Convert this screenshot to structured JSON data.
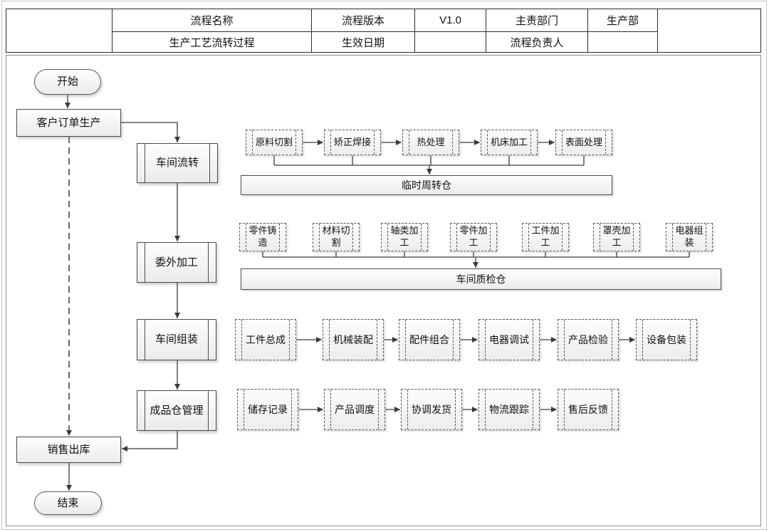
{
  "header": {
    "process_name_label": "流程名称",
    "process_name_value": "生产工艺流转过程",
    "version_label": "流程版本",
    "version_value": "V1.0",
    "effective_date_label": "生效日期",
    "effective_date_value": "",
    "department_label": "主责部门",
    "department_value": "生产部",
    "owner_label": "流程负责人",
    "owner_value": ""
  },
  "flow": {
    "start": "开始",
    "customer_order": "客户订单生产",
    "stages": [
      "车间流转",
      "委外加工",
      "车间组装",
      "成品仓管理"
    ],
    "sales_out": "销售出库",
    "end": "结束"
  },
  "lanes": {
    "workshop_flow_steps": [
      "原料切割",
      "矫正焊接",
      "热处理",
      "机床加工",
      "表面处理"
    ],
    "temp_warehouse": "临时周转仓",
    "outsourcing_steps": [
      "零件铸造",
      "材料切割",
      "轴类加工",
      "零件加工",
      "工件加工",
      "罩壳加工",
      "电器组装"
    ],
    "qc_warehouse": "车间质检仓",
    "assembly_steps": [
      "工件总成",
      "机械装配",
      "配件组合",
      "电器调试",
      "产品检验",
      "设备包装"
    ],
    "warehouse_steps": [
      "储存记录",
      "产品调度",
      "协调发货",
      "物流跟踪",
      "售后反馈"
    ]
  },
  "colors": {
    "node_border": "#4a4a4a",
    "dashed_border": "#585858",
    "table_border": "#2a2a2a",
    "connector": "#3a3a3a",
    "fill_top": "#fefefe",
    "fill_bottom": "#ebebeb",
    "outer_border": "#8f8f8f"
  }
}
